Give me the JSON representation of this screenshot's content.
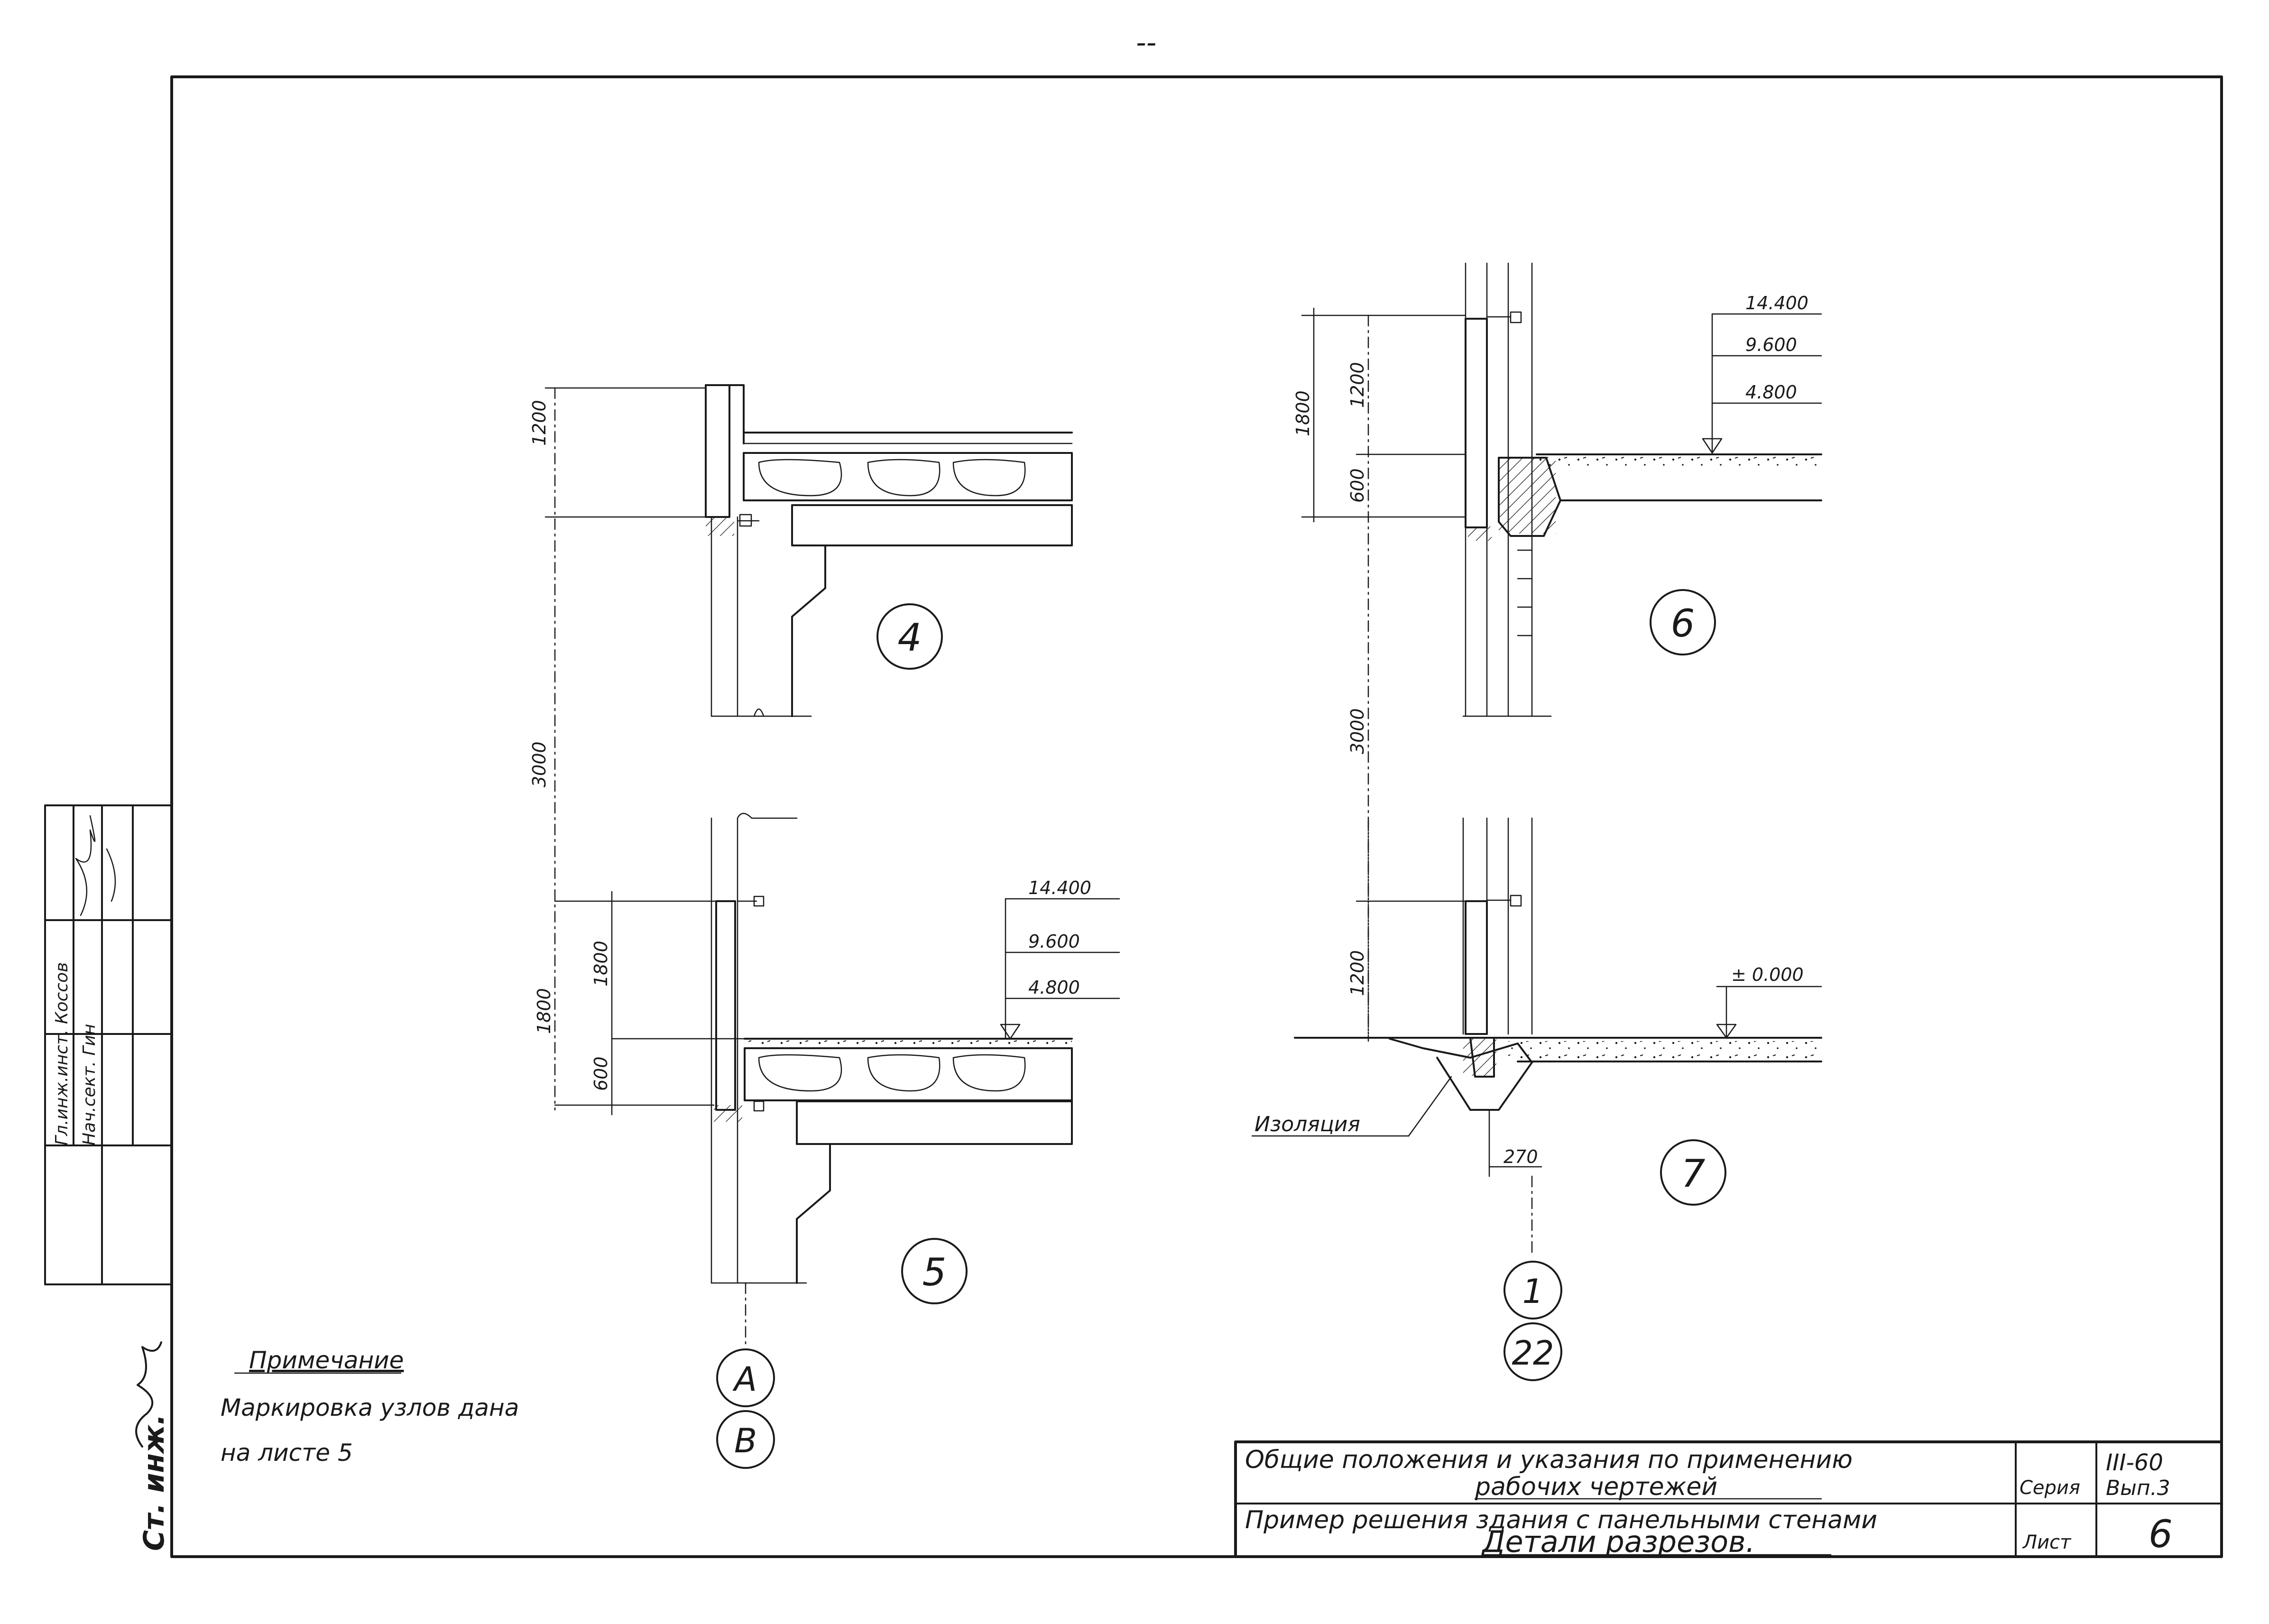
{
  "page_mark": "-- ",
  "title_block": {
    "line1": "Общие положения и указания по применению",
    "line2": "рабочих чертежей",
    "line3": "Пример решения здания с панельными стенами",
    "line4": "Детали разрезов.",
    "series_label": "Серия",
    "series_value_1": "III-60",
    "series_value_2": "Вып.3",
    "sheet_label": "Лист",
    "sheet_value": "6"
  },
  "side_stamp": {
    "row1": "Гл.инж.инст. Коссов",
    "row2": "Нач.сект.    Гин",
    "vertical_label": "Ст. инж."
  },
  "note": {
    "heading": "Примечание",
    "line1": "Маркировка узлов дана",
    "line2": "на листе 5"
  },
  "details": {
    "d4": {
      "number": "4",
      "dims": [
        "1200",
        "3000"
      ]
    },
    "d5": {
      "number": "5",
      "dims": [
        "1800",
        "1800",
        "600"
      ],
      "levels": [
        "14.400",
        "9.600",
        "4.800"
      ],
      "axes": [
        "А",
        "В"
      ]
    },
    "d6": {
      "number": "6",
      "dims": [
        "1800",
        "1200",
        "600",
        "3000"
      ],
      "levels": [
        "14.400",
        "9.600",
        "4.800"
      ]
    },
    "d7": {
      "number": "7",
      "dims": [
        "1200",
        "270"
      ],
      "levels": [
        "± 0.000"
      ],
      "insulation_label": "Изоляция",
      "axes": [
        "1",
        "22"
      ]
    }
  }
}
